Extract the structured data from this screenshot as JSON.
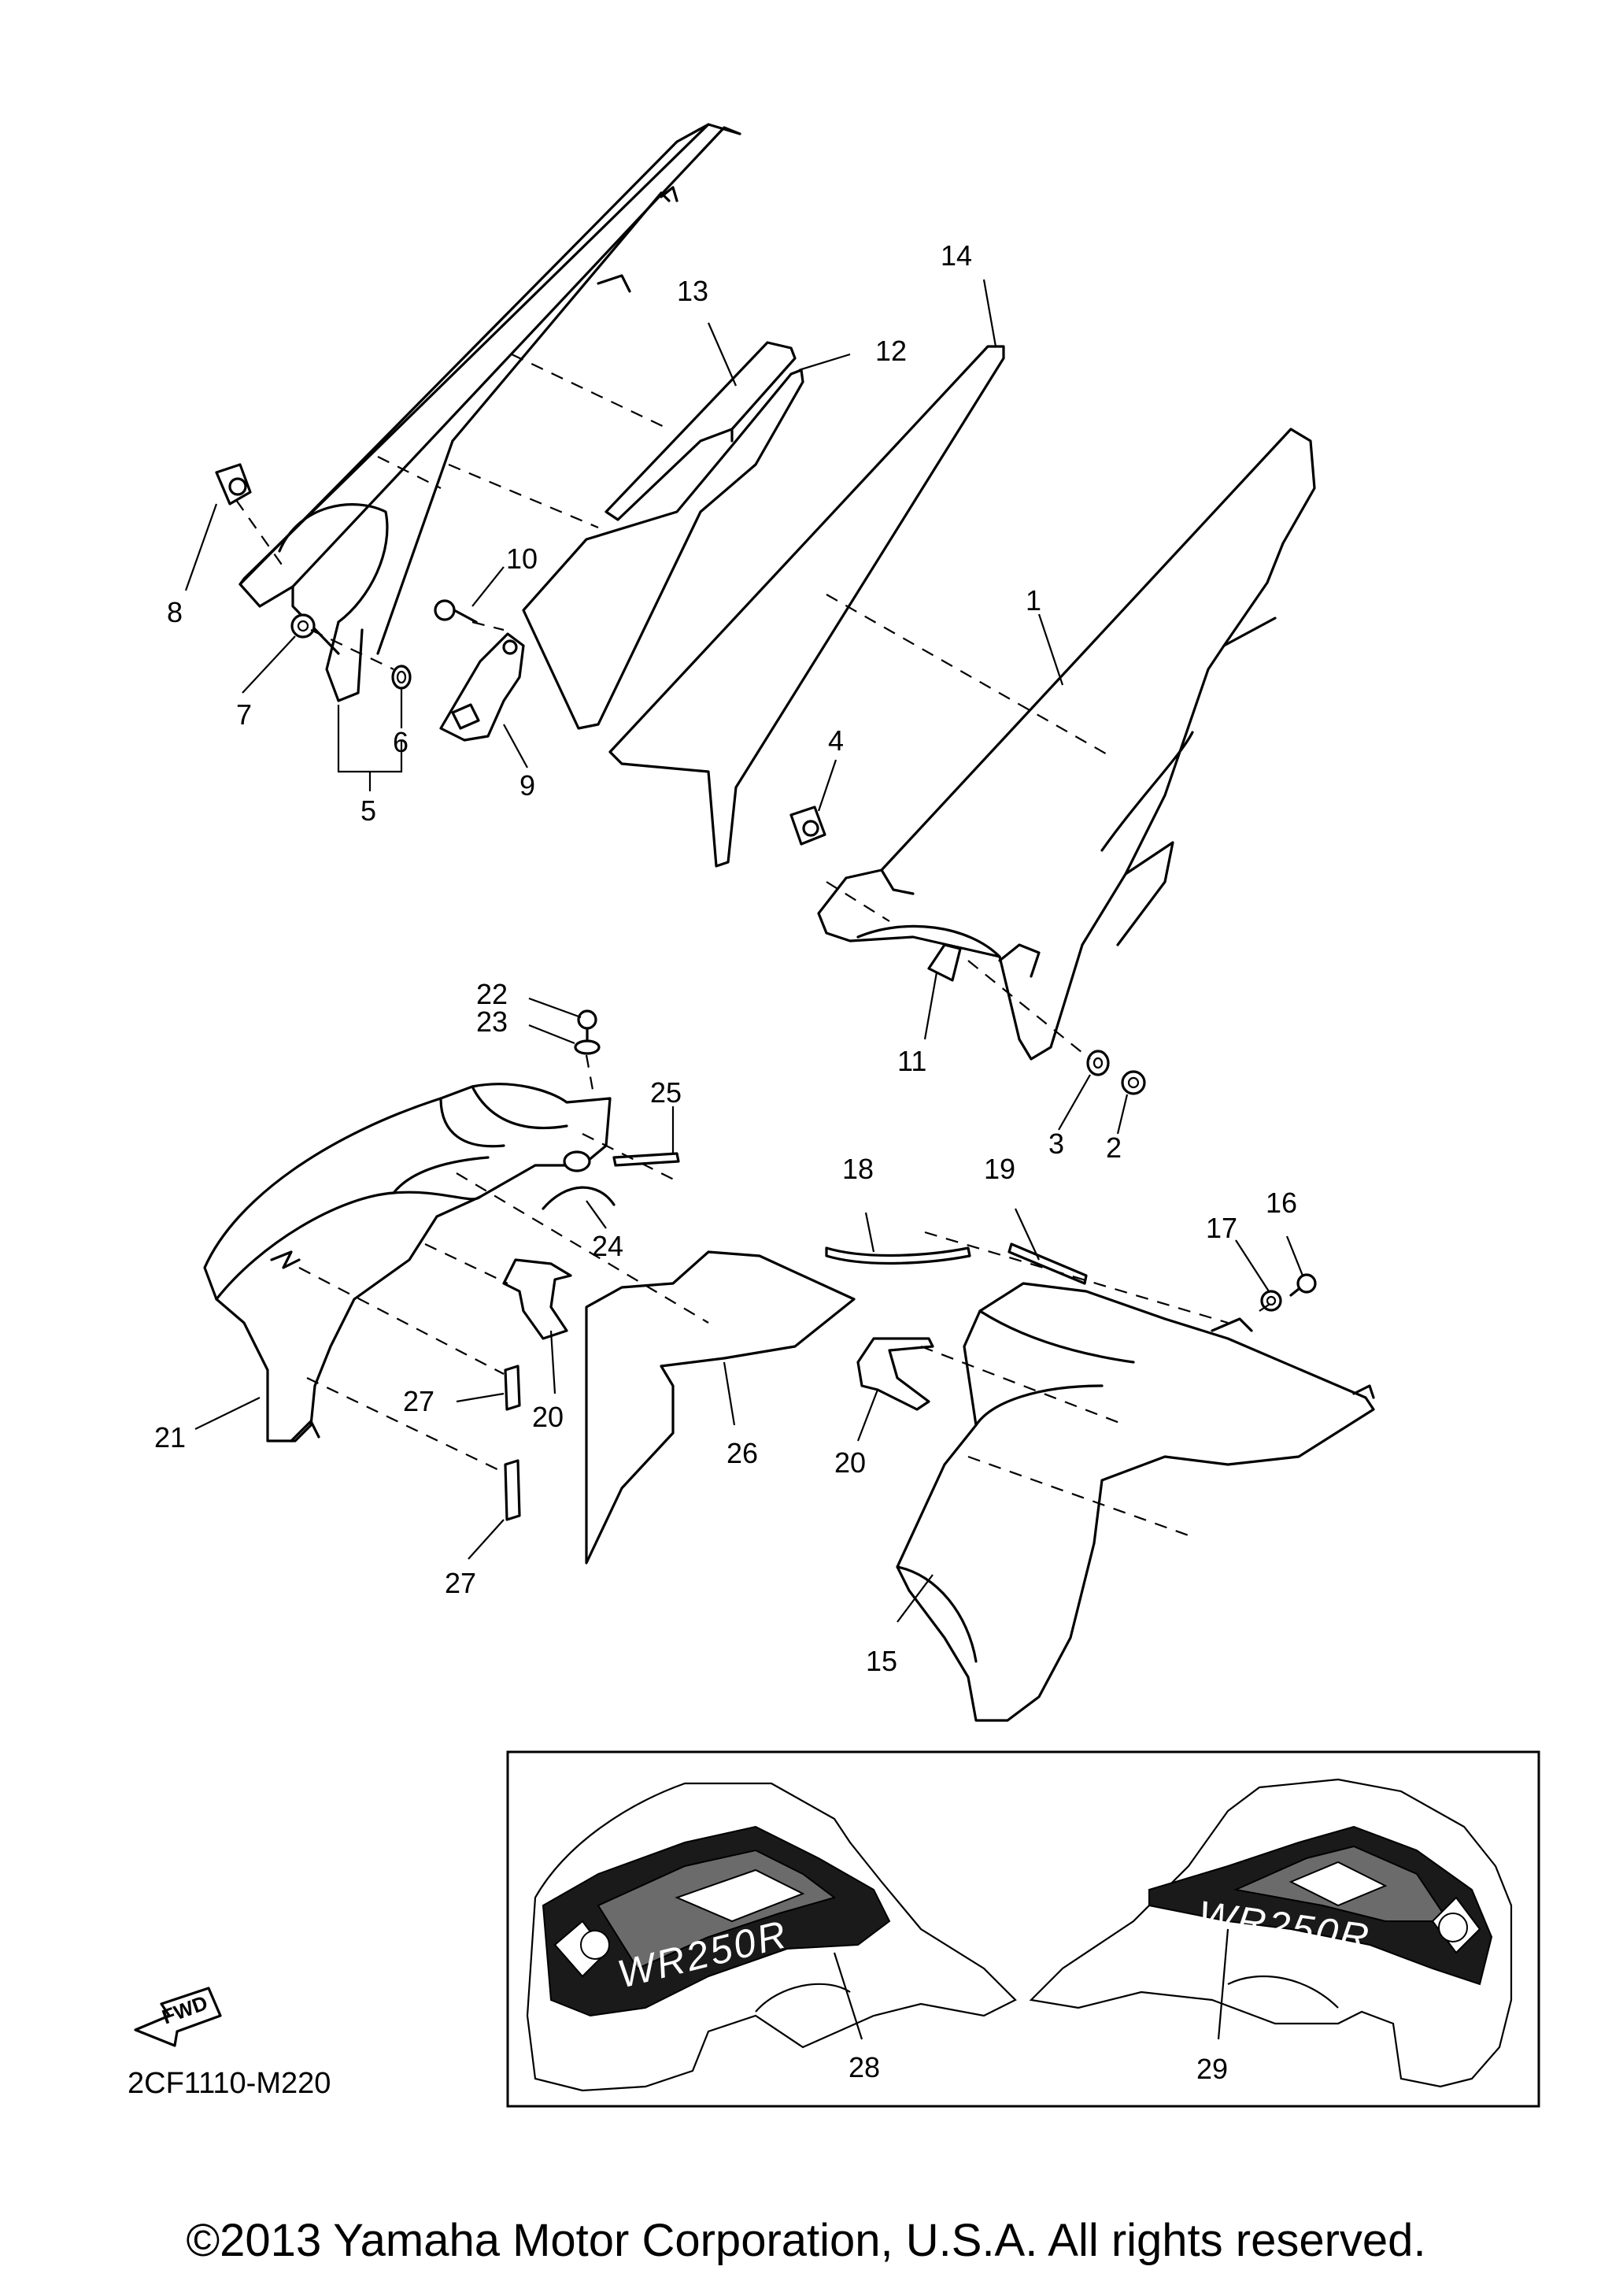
{
  "callouts": {
    "c1": "1",
    "c2": "2",
    "c3": "3",
    "c4": "4",
    "c5": "5",
    "c6": "6",
    "c7": "7",
    "c8": "8",
    "c9": "9",
    "c10": "10",
    "c11": "11",
    "c12": "12",
    "c13": "13",
    "c14": "14",
    "c15": "15",
    "c16": "16",
    "c17": "17",
    "c18": "18",
    "c19": "19",
    "c20a": "20",
    "c20b": "20",
    "c21": "21",
    "c22": "22",
    "c23": "23",
    "c24": "24",
    "c25": "25",
    "c26": "26",
    "c27a": "27",
    "c27b": "27",
    "c28": "28",
    "c29": "29"
  },
  "fwd_label": "FWD",
  "diagram_code": "2CF1110-M220",
  "decal_text_left": "WR250R",
  "decal_text_right": "WR250R",
  "copyright": "©2013 Yamaha Motor Corporation, U.S.A. All rights reserved."
}
